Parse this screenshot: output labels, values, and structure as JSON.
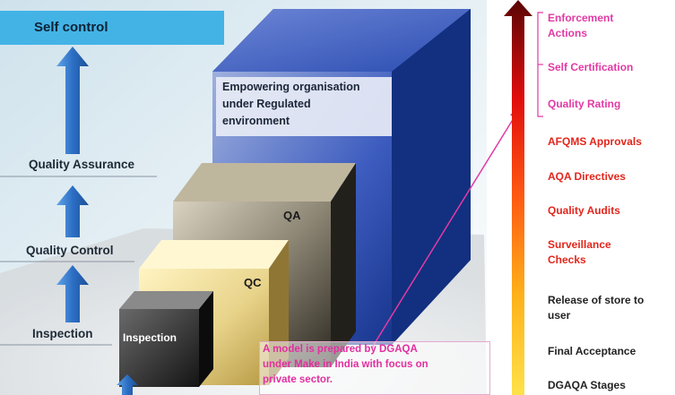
{
  "colors": {
    "title_bar": "#43b3e6",
    "big_cube": "#1c3fa0",
    "bracket_pink": "#e23aa4",
    "stage_red": "#e3261c",
    "arrow_blue": "#2d6fc4"
  },
  "left_levels": {
    "self_control": "Self control",
    "quality_assurance": "Quality Assurance",
    "quality_control": "Quality Control",
    "inspection": "Inspection"
  },
  "boxes": {
    "big_cube_text": [
      "Empowering organisation",
      "under  Regulated",
      "environment"
    ],
    "qa_label": "QA",
    "qc_label": "QC",
    "inspection_label": "Inspection"
  },
  "model_note": [
    "A model  is prepared by  DGAQA",
    "under Make in India with focus on",
    "private sector."
  ],
  "stages_upper": [
    "Enforcement",
    "Actions",
    "Self Certification",
    "Quality Rating"
  ],
  "stages_red": [
    "AFQMS Approvals",
    "AQA Directives",
    "Quality Audits",
    "Surveillance",
    "Checks"
  ],
  "stages_dark": [
    "Release of store to",
    "user",
    "Final Acceptance",
    "DGAQA  Stages"
  ]
}
